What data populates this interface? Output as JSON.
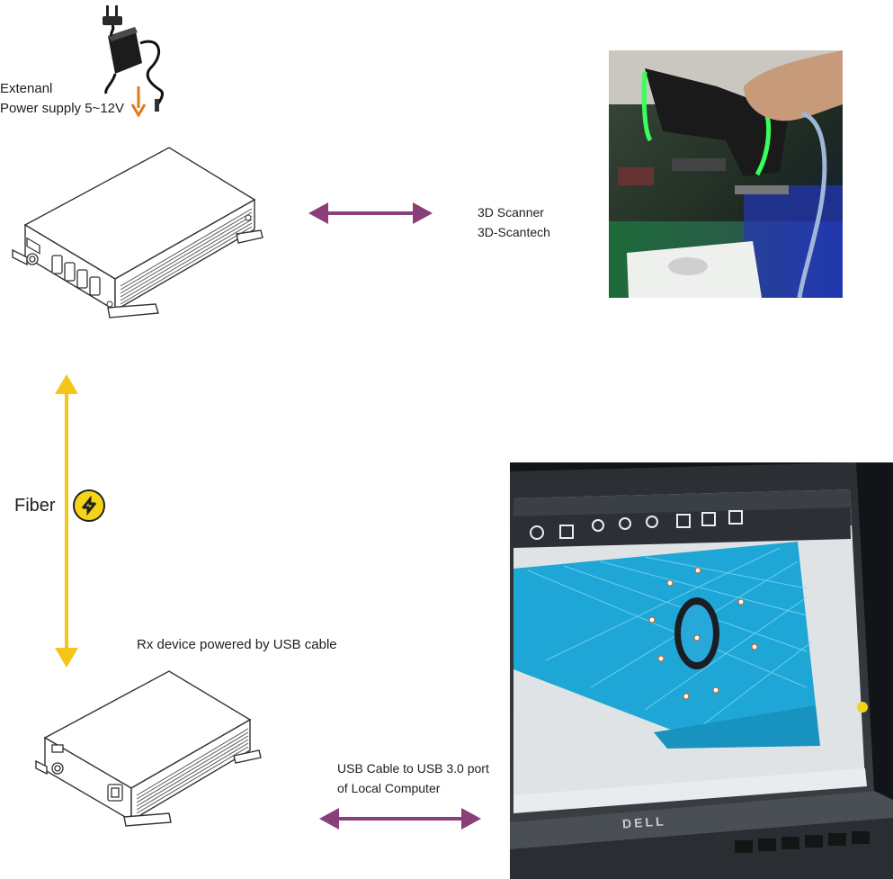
{
  "power_supply": {
    "label_line1": "Extenanl",
    "label_line2": "Power supply 5~12V"
  },
  "scanner": {
    "label_line1": "3D Scanner",
    "label_line2": "3D-Scantech"
  },
  "fiber": {
    "label": "Fiber"
  },
  "rx_device": {
    "label": "Rx device powered by USB cable"
  },
  "usb": {
    "label_line1": "USB Cable to USB 3.0 port",
    "label_line2": "of Local Computer"
  },
  "laptop": {
    "brand": "DELL"
  },
  "colors": {
    "double_arrow": "#8b3f78",
    "fiber_arrow": "#f5c518",
    "power_arrow": "#e07a1a",
    "scan_mesh": "#1ea7d6"
  },
  "icons": {
    "fiber_badge": "bidirectional-transfer-icon",
    "power_adapter": "power-adapter-icon",
    "tx_box": "fiber-extender-tx-device",
    "rx_box": "fiber-extender-rx-device"
  }
}
